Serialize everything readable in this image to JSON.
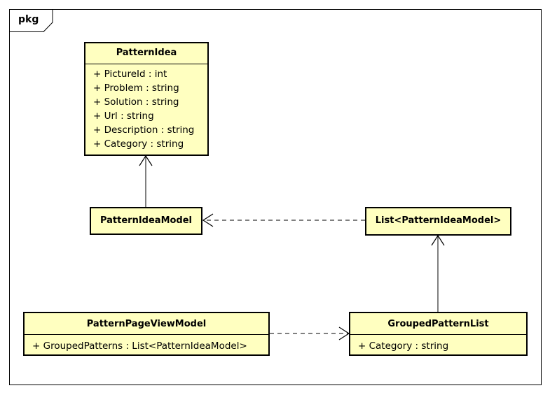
{
  "package": {
    "label": "pkg"
  },
  "classes": {
    "pattern_idea": {
      "name": "PatternIdea",
      "attributes": [
        "+ PictureId : int",
        "+ Problem : string",
        "+ Solution : string",
        "+ Url : string",
        "+ Description : string",
        "+ Category : string"
      ]
    },
    "pattern_idea_model": {
      "name": "PatternIdeaModel"
    },
    "list_pattern_idea_model": {
      "name": "List<PatternIdeaModel>"
    },
    "pattern_page_view_model": {
      "name": "PatternPageViewModel",
      "attributes": [
        "+ GroupedPatterns : List<PatternIdeaModel>"
      ]
    },
    "grouped_pattern_list": {
      "name": "GroupedPatternList",
      "attributes": [
        "+ Category : string"
      ]
    }
  },
  "relationships": [
    {
      "from": "PatternIdeaModel",
      "to": "PatternIdea",
      "kind": "association"
    },
    {
      "from": "List<PatternIdeaModel>",
      "to": "PatternIdeaModel",
      "kind": "dependency"
    },
    {
      "from": "GroupedPatternList",
      "to": "List<PatternIdeaModel>",
      "kind": "association"
    },
    {
      "from": "PatternPageViewModel",
      "to": "GroupedPatternList",
      "kind": "dependency"
    }
  ],
  "colors": {
    "class_fill": "#ffffc0",
    "line": "#000000",
    "background": "#ffffff"
  }
}
